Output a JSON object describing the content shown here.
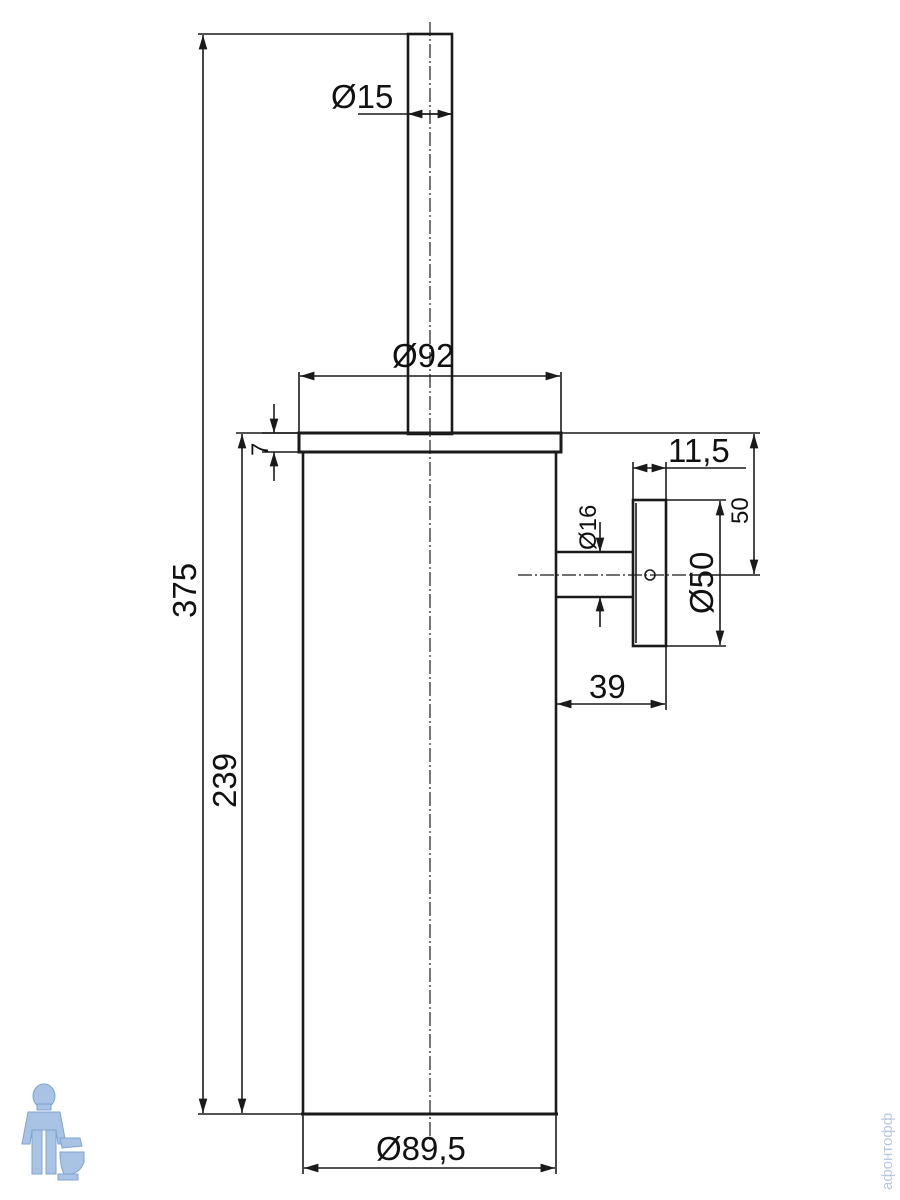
{
  "drawing": {
    "description_labels": {
      "stem_diameter": "Ø15",
      "lid_diameter": "Ø92",
      "lid_thickness": "7",
      "total_height": "375",
      "body_height": "239",
      "body_diameter": "Ø89,5",
      "bracket_rod_diameter": "Ø16",
      "bracket_plate_diameter": "Ø50",
      "bracket_plate_thickness": "11,5",
      "bracket_height": "50",
      "bracket_projection": "39"
    },
    "watermark": "афонтофф"
  },
  "colors": {
    "line": "#1a1a1a",
    "watermark": "#b8c8e0"
  }
}
